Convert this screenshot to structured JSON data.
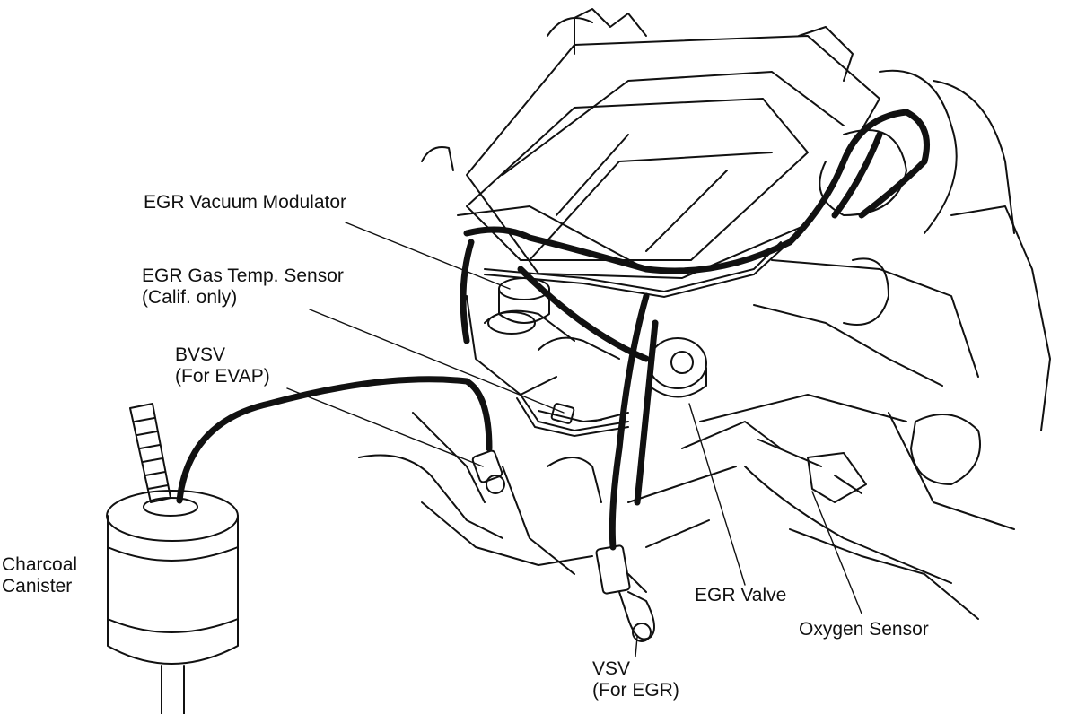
{
  "labels": {
    "egr_vacuum_modulator": "EGR Vacuum Modulator",
    "egr_gas_temp_sensor": [
      "EGR Gas Temp. Sensor",
      "(Calif. only)"
    ],
    "bvsv": [
      "BVSV",
      "(For EVAP)"
    ],
    "charcoal_canister": [
      "Charcoal",
      "Canister"
    ],
    "egr_valve": "EGR Valve",
    "oxygen_sensor": "Oxygen Sensor",
    "vsv": [
      "VSV",
      "(For EGR)"
    ]
  },
  "colors": {
    "ink": "#111111",
    "background": "#ffffff"
  }
}
